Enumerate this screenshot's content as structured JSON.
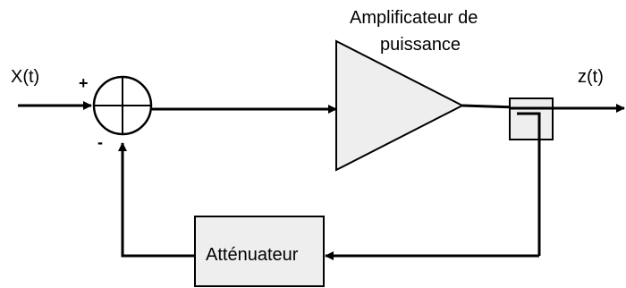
{
  "diagram": {
    "input_label": "X(t)",
    "output_label": "z(t)",
    "plus_sign": "+",
    "minus_sign": "-",
    "amplifier": {
      "label_line1": "Amplificateur de",
      "label_line2": "puissance"
    },
    "attenuator": {
      "label": "Atténuateur"
    },
    "colors": {
      "line": "#000000",
      "block_fill": "#eeeeee",
      "background": "#ffffff"
    }
  }
}
